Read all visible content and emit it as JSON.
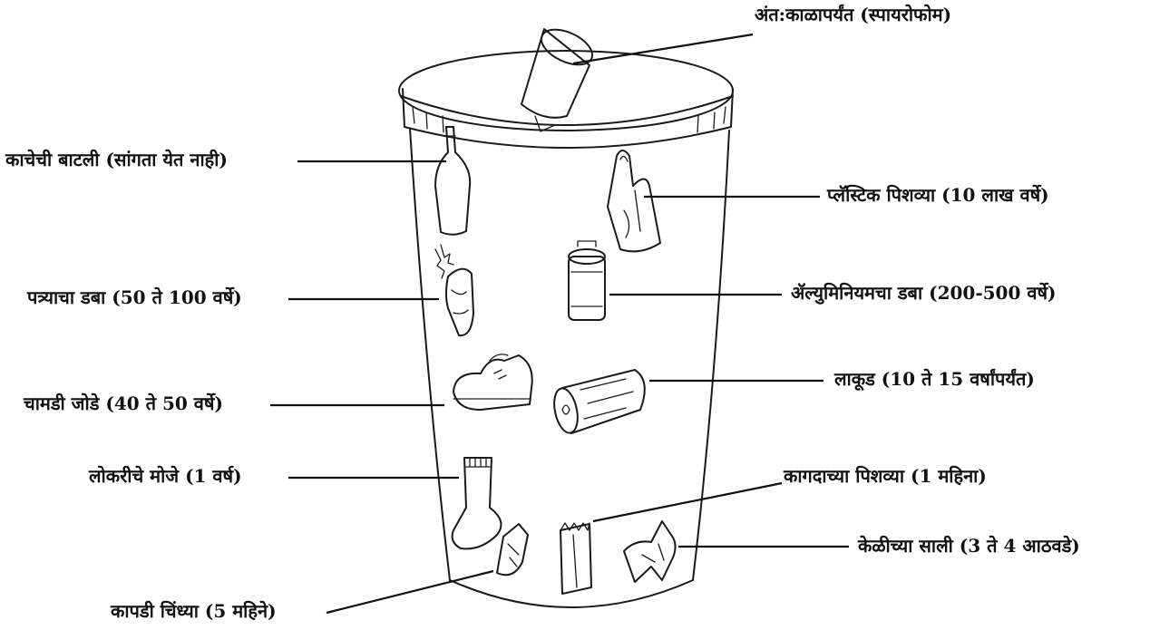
{
  "diagram": {
    "labels": {
      "styrofoam": "अंत:काळापर्यंत (स्पायरोफोम)",
      "glass_bottle": "काचेची बाटली (सांगता येत नाही)",
      "plastic_bag": "प्लॅस्टिक पिशव्या (10 लाख वर्षे)",
      "tin_can": "पत्र्याचा डबा (50 ते 100 वर्षे)",
      "aluminium_can": "ॲल्युमिनियमचा डबा (200-500 वर्षे)",
      "leather_shoe": "चामडी जोडे (40 ते 50 वर्षे)",
      "wood": "लाकूड (10 ते 15 वर्षांपर्यंत)",
      "wool_sock": "लोकरीचे मोजे (1 वर्ष)",
      "paper_bag": "कागदाच्या पिशव्या (1 महिना)",
      "banana_peel": "केळीच्या साली (3 ते 4 आठवडे)",
      "cloth_rag": "कापडी चिंध्या (5 महिने)"
    },
    "icons": [
      "cup-icon",
      "bottle-icon",
      "plastic-bag-icon",
      "tin-can-icon",
      "aluminium-can-icon",
      "shoe-icon",
      "log-icon",
      "sock-icon",
      "paper-bag-icon",
      "banana-peel-icon",
      "rag-icon"
    ]
  }
}
